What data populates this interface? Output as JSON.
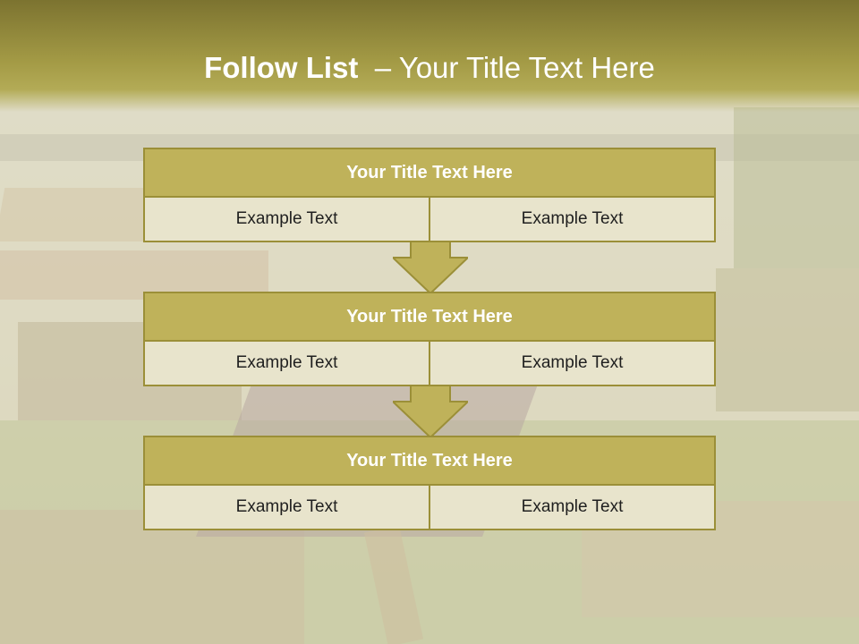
{
  "title": {
    "bold": "Follow List",
    "rest": "– Your Title Text Here"
  },
  "blocks": [
    {
      "title": "Your Title Text Here",
      "left": "Example Text",
      "right": "Example Text"
    },
    {
      "title": "Your Title Text Here",
      "left": "Example Text",
      "right": "Example Text"
    },
    {
      "title": "Your Title Text Here",
      "left": "Example Text",
      "right": "Example Text"
    }
  ],
  "colors": {
    "header": "#a39a45",
    "block_title": "#bfb25a",
    "cell": "#e8e4cc",
    "border": "#9b8f38"
  }
}
